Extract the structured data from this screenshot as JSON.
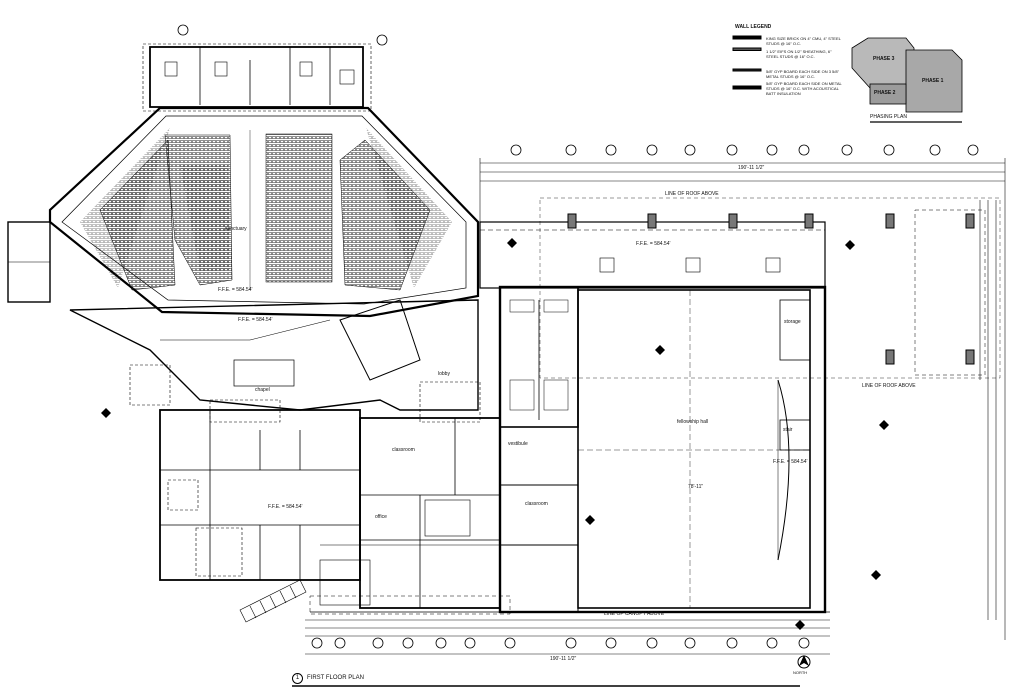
{
  "drawing": {
    "title_number": "1",
    "title": "FIRST FLOOR PLAN",
    "north_label": "NORTH"
  },
  "wall_legend": {
    "title": "WALL LEGEND",
    "items": [
      "KING SIZE BRICK ON 4\" CMU, 4\" STEEL STUDS @ 16\" O.C.",
      "1 1/2\" EIFS ON 1/2\" SHEATHING, 6\" STEEL STUDS @ 16\" O.C.",
      "5/8\" GYP BOARD EACH SIDE ON 3 5/8\" METAL STUDS @ 16\" O.C.",
      "5/8\" GYP BOARD EACH SIDE ON METAL STUDS @ 16\" O.C. WITH ACOUSTICAL BATT INSULATION"
    ]
  },
  "phasing": {
    "title": "PHASING PLAN",
    "phase1": "PHASE 1",
    "phase2": "PHASE 2",
    "phase3": "PHASE 3"
  },
  "rooms": {
    "fellowship_hall": "fellowship hall",
    "sanctuary": "sanctuary",
    "classroom1": "classroom",
    "classroom2": "classroom",
    "office": "office",
    "storage": "storage",
    "vestibule": "vestibule",
    "stair": "stair",
    "lobby": "lobby",
    "chapel": "chapel"
  },
  "notes": {
    "line_of_roof_above_1": "LINE OF ROOF ABOVE",
    "line_of_roof_above_2": "LINE OF ROOF ABOVE",
    "line_of_canopy_above": "LINE OF CANOPY ABOVE",
    "ffe_1": "F.F.E. = 584.54'",
    "ffe_2": "F.F.E. = 584.54'",
    "ffe_3": "F.F.E. = 584.54'",
    "ffe_4": "F.F.E. = 584.54'",
    "ffe_5": "F.F.E. = 584.54'"
  },
  "dimensions": {
    "top_overall": "190'-11 1/2\"",
    "bottom_overall": "190'-11 1/2\"",
    "hall_length": "78'-11\""
  }
}
